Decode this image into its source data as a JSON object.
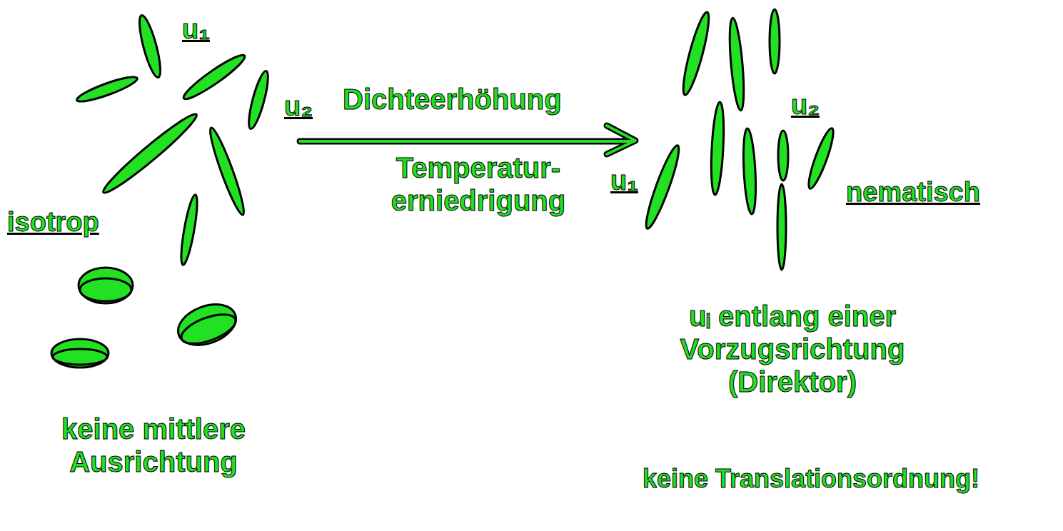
{
  "diagram": {
    "labels": [
      "u₁",
      "u₂",
      "Dichteerhöhung",
      "Temperatur- erniedrigung",
      "isotrop",
      "keine mittlere Ausrichtung",
      "u₁",
      "u₂",
      "nematisch",
      "uᵢ entlang einer Vorzugsrichtung (Direktor)",
      "keine Translationsordnung!"
    ]
  }
}
